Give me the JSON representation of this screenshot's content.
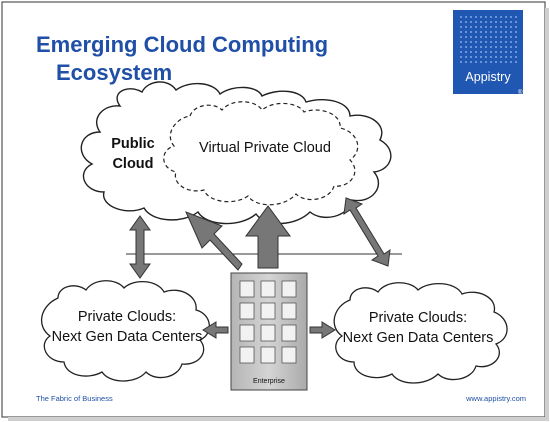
{
  "title": {
    "line1": "Emerging Cloud Computing",
    "line2": "Ecosystem"
  },
  "logo": {
    "name": "Appistry",
    "mark": "®"
  },
  "clouds": {
    "public": {
      "line1": "Public",
      "line2": "Cloud"
    },
    "virtual_private": "Virtual Private Cloud",
    "private_left": {
      "line1": "Private Clouds:",
      "line2": "Next Gen Data Centers"
    },
    "private_right": {
      "line1": "Private Clouds:",
      "line2": "Next Gen Data Centers"
    }
  },
  "building": {
    "label": "Enterprise"
  },
  "footer": {
    "tagline": "The Fabric of Business",
    "url": "www.appistry.com"
  },
  "colors": {
    "title": "#1f4fa6",
    "logo": "#1f57b3",
    "arrow": "#777777",
    "building": "#c2c2c2"
  }
}
